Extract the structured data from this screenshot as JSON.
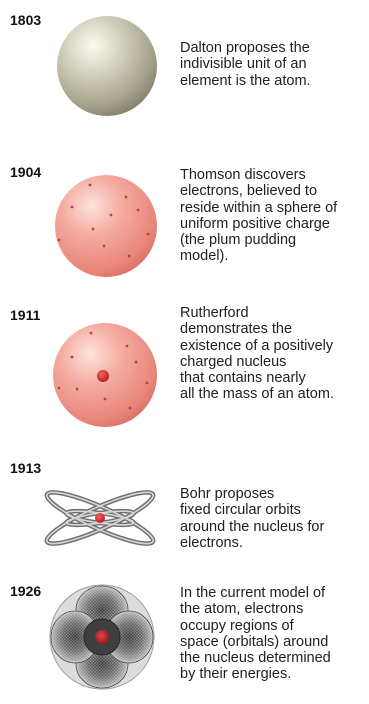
{
  "timeline": [
    {
      "year": "1803",
      "model": "dalton",
      "icon": "solid-sphere-icon",
      "lines": [
        "Dalton proposes the",
        "indivisible unit of an",
        "element is the atom."
      ]
    },
    {
      "year": "1904",
      "model": "thomson",
      "icon": "plum-pudding-sphere-icon",
      "lines": [
        "Thomson discovers",
        "electrons, believed to",
        "reside within a sphere of",
        "uniform positive charge",
        "(the plum pudding",
        "model)."
      ]
    },
    {
      "year": "1911",
      "model": "rutherford",
      "icon": "nucleus-sphere-icon",
      "lines": [
        "Rutherford",
        "demonstrates the",
        "existence of a positively",
        "charged nucleus",
        "that contains nearly",
        "all the mass of an atom."
      ]
    },
    {
      "year": "1913",
      "model": "bohr",
      "icon": "circular-orbits-icon",
      "lines": [
        "Bohr proposes",
        "fixed circular orbits",
        "around the nucleus for",
        "electrons."
      ]
    },
    {
      "year": "1926",
      "model": "quantum",
      "icon": "orbital-cloud-icon",
      "lines": [
        "In the current model of",
        "the atom, electrons",
        "occupy regions of",
        "space (orbitals) around",
        "the nucleus determined",
        "by their energies."
      ]
    }
  ],
  "colors": {
    "dalton_sphere": "#bdbba4",
    "thomson_sphere": "#ee958a",
    "rutherford_sphere": "#ee958a",
    "electron_dot": "#b5463d",
    "nucleus": "#d8282c",
    "orbit": "#7f7f7f",
    "cloud": "#555555"
  }
}
